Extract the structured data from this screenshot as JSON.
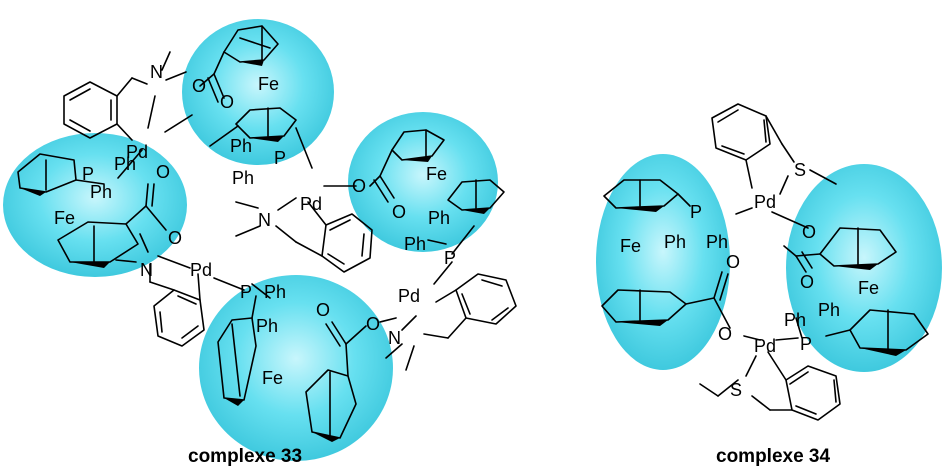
{
  "colors": {
    "highlight_fill": "#4fd9ec",
    "highlight_center": "#c8f6fc",
    "bond": "#000000",
    "background": "#ffffff"
  },
  "atoms": {
    "Pd": "Pd",
    "Fe": "Fe",
    "P": "P",
    "Ph": "Ph",
    "N": "N",
    "S": "S",
    "O": "O"
  },
  "captions": {
    "complex_33": "complexe 33",
    "complex_34": "complexe 34"
  }
}
